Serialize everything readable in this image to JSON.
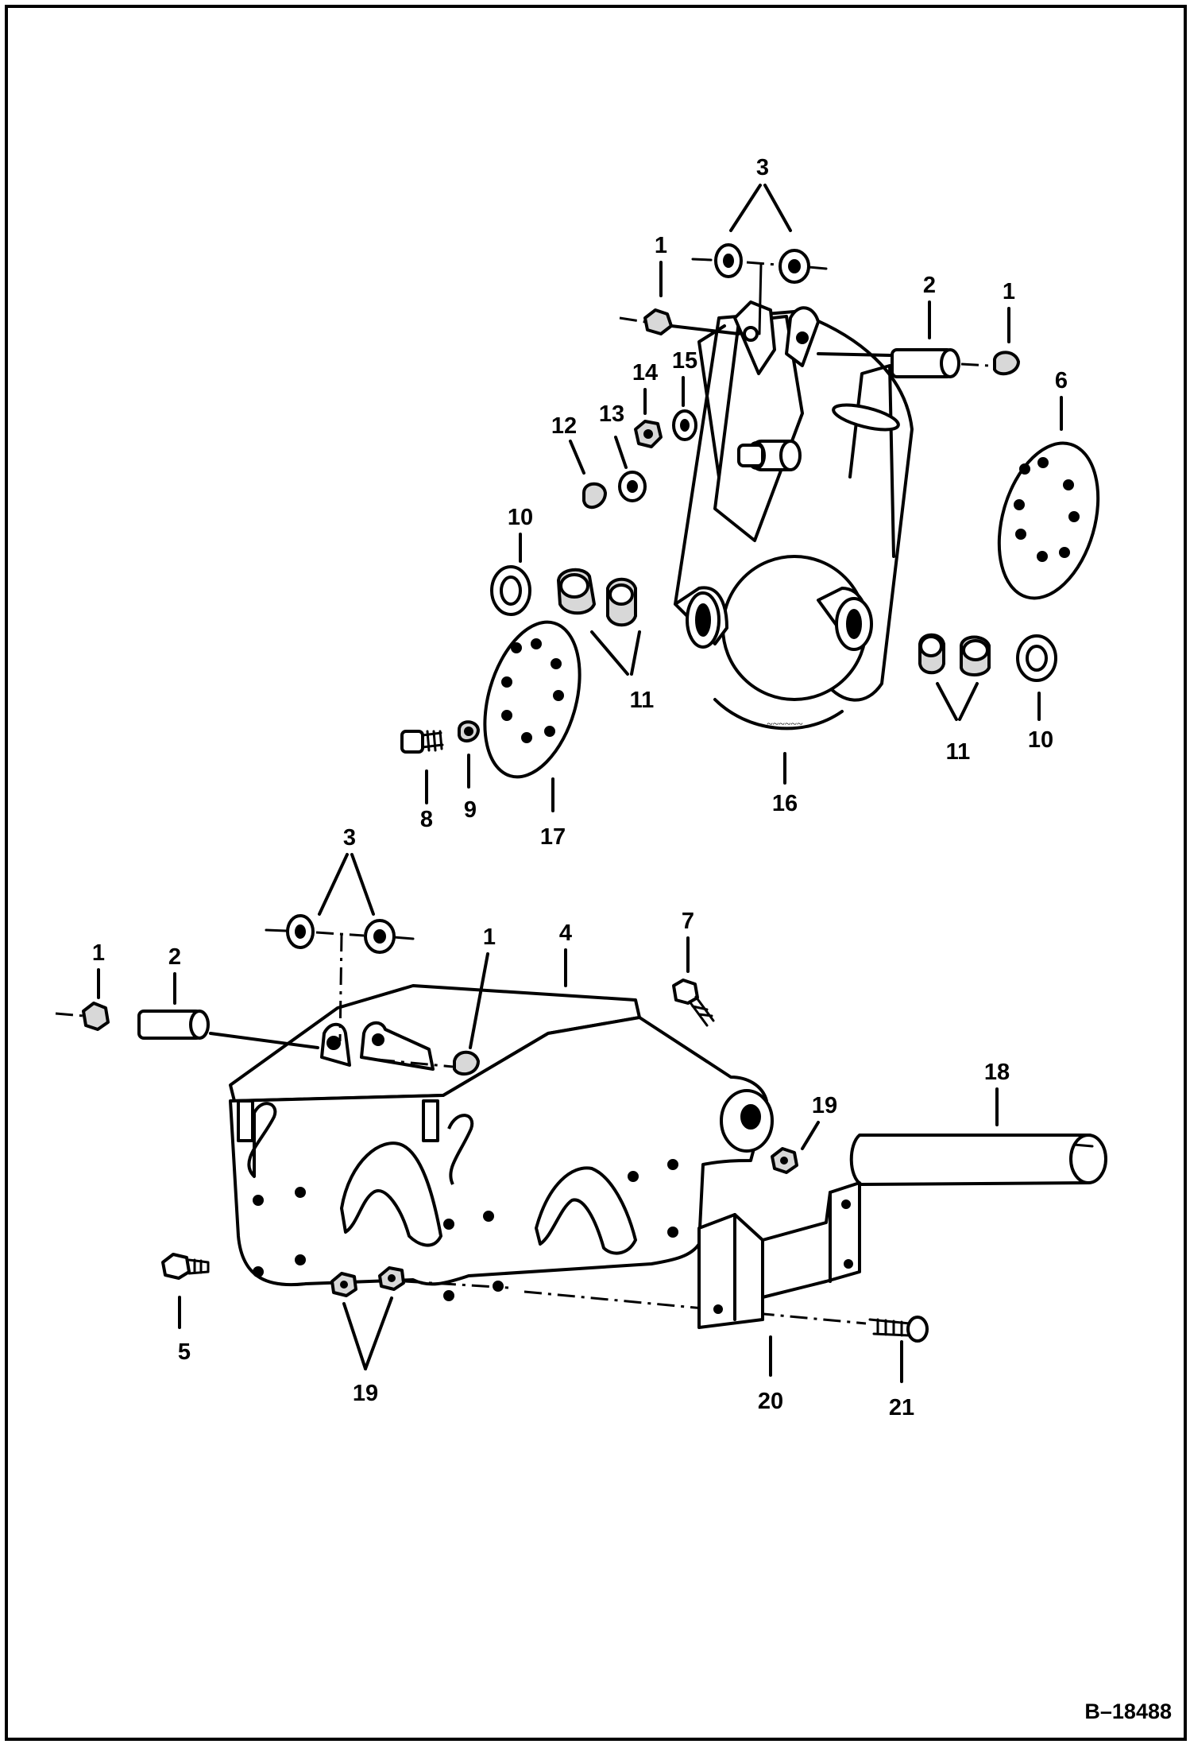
{
  "figure_ref": "B–18488",
  "callouts": {
    "c3_top": "3",
    "c1_top_left": "1",
    "c2_top": "2",
    "c1_top_right": "1",
    "c6": "6",
    "c14": "14",
    "c15": "15",
    "c12": "12",
    "c13": "13",
    "c10_left": "10",
    "c11_left": "11",
    "c11_right": "11",
    "c10_right": "10",
    "c16": "16",
    "c8": "8",
    "c9": "9",
    "c17": "17",
    "c3_bottom": "3",
    "c7": "7",
    "c1_bottom_left": "1",
    "c2_bottom": "2",
    "c1_bottom_mid": "1",
    "c4": "4",
    "c18": "18",
    "c19_right": "19",
    "c5": "5",
    "c19_bottom": "19",
    "c20": "20",
    "c21": "21"
  }
}
